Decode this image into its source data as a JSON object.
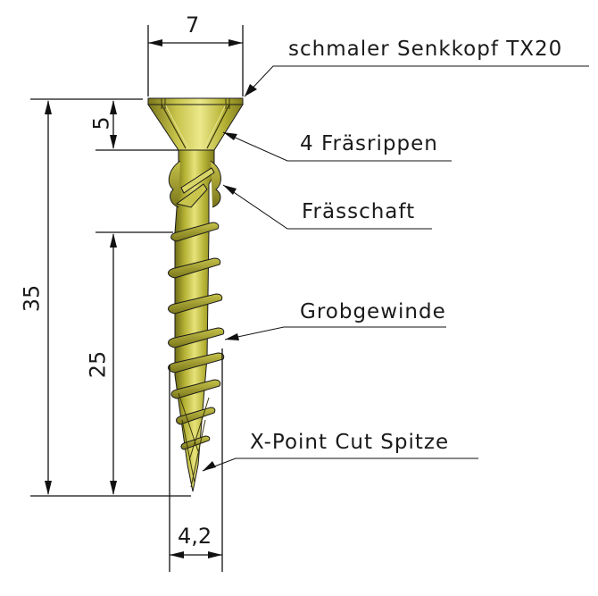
{
  "diagram": {
    "subject": "screw technical drawing",
    "colors": {
      "screw_base": "#b5b235",
      "screw_light": "#e6e27a",
      "screw_dark": "#6f6c17",
      "outline": "#1a1a1a",
      "background": "#ffffff"
    },
    "dimensions": {
      "head_width": "7",
      "head_height": "5",
      "total_length": "35",
      "thread_length": "25",
      "thread_diameter": "4,2"
    },
    "callouts": [
      {
        "id": "head",
        "label": "schmaler Senkkopf TX20"
      },
      {
        "id": "ribs",
        "label": "4 Fräsrippen"
      },
      {
        "id": "mill-shank",
        "label": "Frässchaft"
      },
      {
        "id": "thread",
        "label": "Grobgewinde"
      },
      {
        "id": "tip",
        "label": "X-Point Cut Spitze"
      }
    ]
  }
}
